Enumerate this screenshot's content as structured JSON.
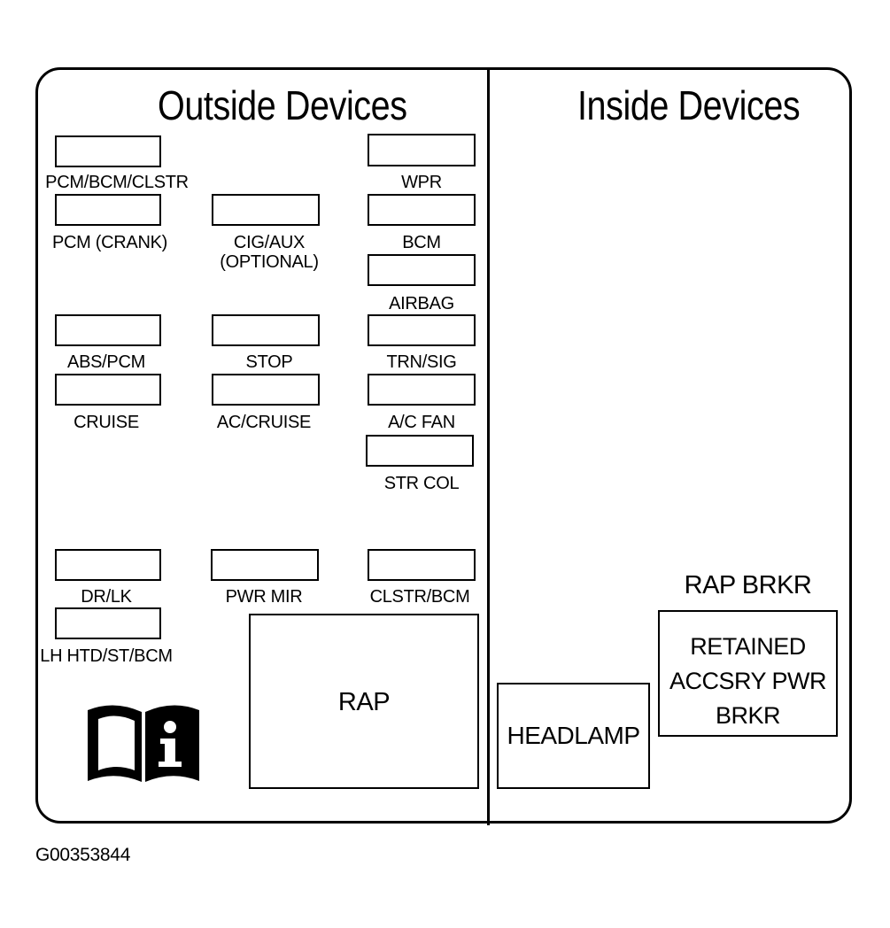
{
  "headings": {
    "outside": "Outside Devices",
    "inside": "Inside Devices"
  },
  "fuses": {
    "pcm_bcm_clstr": "PCM/BCM/CLSTR",
    "wpr": "WPR",
    "pcm_crank": "PCM (CRANK)",
    "cig_aux": "CIG/AUX\n(OPTIONAL)",
    "bcm": "BCM",
    "airbag": "AIRBAG",
    "abs_pcm": "ABS/PCM",
    "stop": "STOP",
    "trn_sig": "TRN/SIG",
    "cruise": "CRUISE",
    "ac_cruise": "AC/CRUISE",
    "ac_fan": "A/C FAN",
    "str_col": "STR COL",
    "dr_lk": "DR/LK",
    "pwr_mir": "PWR MIR",
    "clstr_bcm": "CLSTR/BCM",
    "lh_htd_st_bcm": "LH HTD/ST/BCM"
  },
  "relays": {
    "rap": "RAP",
    "headlamp": "HEADLAMP",
    "rap_brkr_title": "RAP BRKR",
    "retained": "RETAINED\nACCSRY PWR\nBRKR"
  },
  "icons": {
    "info_book": "owner-manual-info-icon"
  },
  "figure_code": "G00353844"
}
